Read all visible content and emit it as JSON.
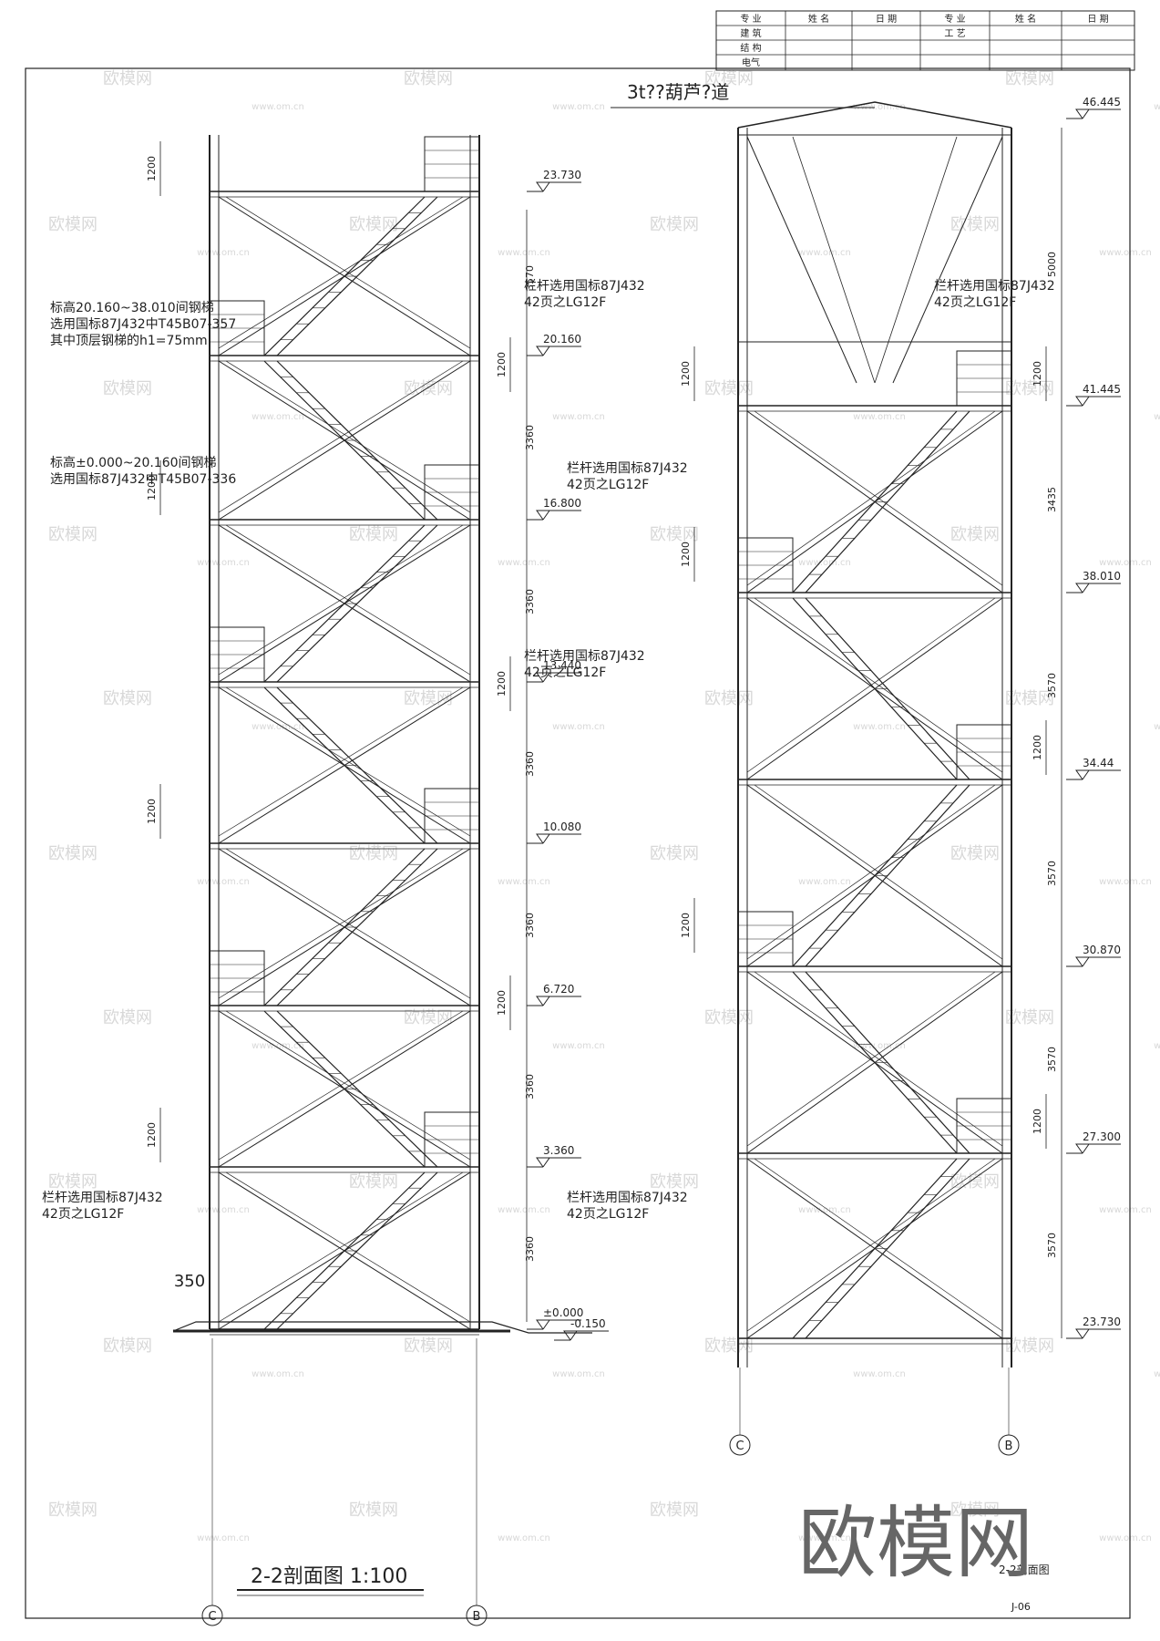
{
  "title_block": {
    "headers": [
      "专 业",
      "姓 名",
      "日 期",
      "专 业",
      "姓 名",
      "日 期"
    ],
    "rows": [
      [
        "建 筑",
        "",
        "",
        "工 艺",
        "",
        ""
      ],
      [
        "结 构",
        "",
        "",
        "",
        "",
        ""
      ],
      [
        "电气",
        "",
        "",
        "",
        "",
        ""
      ]
    ]
  },
  "left": {
    "title": "2-2剖面图  1:100",
    "levels": [
      "23.730",
      "20.160",
      "16.800",
      "13.440",
      "10.080",
      "6.720",
      "3.360",
      "±0.000",
      "-0.150"
    ],
    "spans": [
      "3570",
      "3360",
      "3360",
      "3360",
      "3360",
      "3360",
      "3360"
    ],
    "landing_height": "1200",
    "dim_350": "350",
    "axes": [
      "C",
      "B"
    ],
    "notes": [
      {
        "lines": [
          "标高20.160~38.010间钢梯",
          "选用国标87J432中T45B07-357",
          "其中顶层钢梯的h1=75mm"
        ]
      },
      {
        "lines": [
          "标高±0.000~20.160间钢梯",
          "选用国标87J432中T45B07-336"
        ]
      },
      {
        "lines": [
          "栏杆选用国标87J432",
          "42页之LG12F"
        ]
      },
      {
        "lines": [
          "栏杆选用国标87J432",
          "42页之LG12F"
        ]
      },
      {
        "lines": [
          "栏杆选用国标87J432",
          "42页之LG12F"
        ]
      }
    ]
  },
  "right": {
    "header": "3t??葫芦?道",
    "levels": [
      "46.445",
      "41.445",
      "38.010",
      "34.44",
      "30.870",
      "27.300",
      "23.730"
    ],
    "spans": [
      "5000",
      "3435",
      "3570",
      "3570",
      "3570",
      "3570"
    ],
    "landing_height": "1200",
    "axes": [
      "C",
      "B"
    ],
    "notes": [
      {
        "lines": [
          "栏杆选用国标87J432",
          "42页之LG12F"
        ]
      },
      {
        "lines": [
          "栏杆选用国标87J432",
          "42页之LG12F"
        ]
      },
      {
        "lines": [
          "栏杆选用国标87J432",
          "42页之LG12F"
        ]
      }
    ]
  },
  "sheet_name": "2-2剖面图",
  "sheet_no": "J-06",
  "watermark": {
    "brand": "欧模网",
    "url": "www.om.cn"
  }
}
